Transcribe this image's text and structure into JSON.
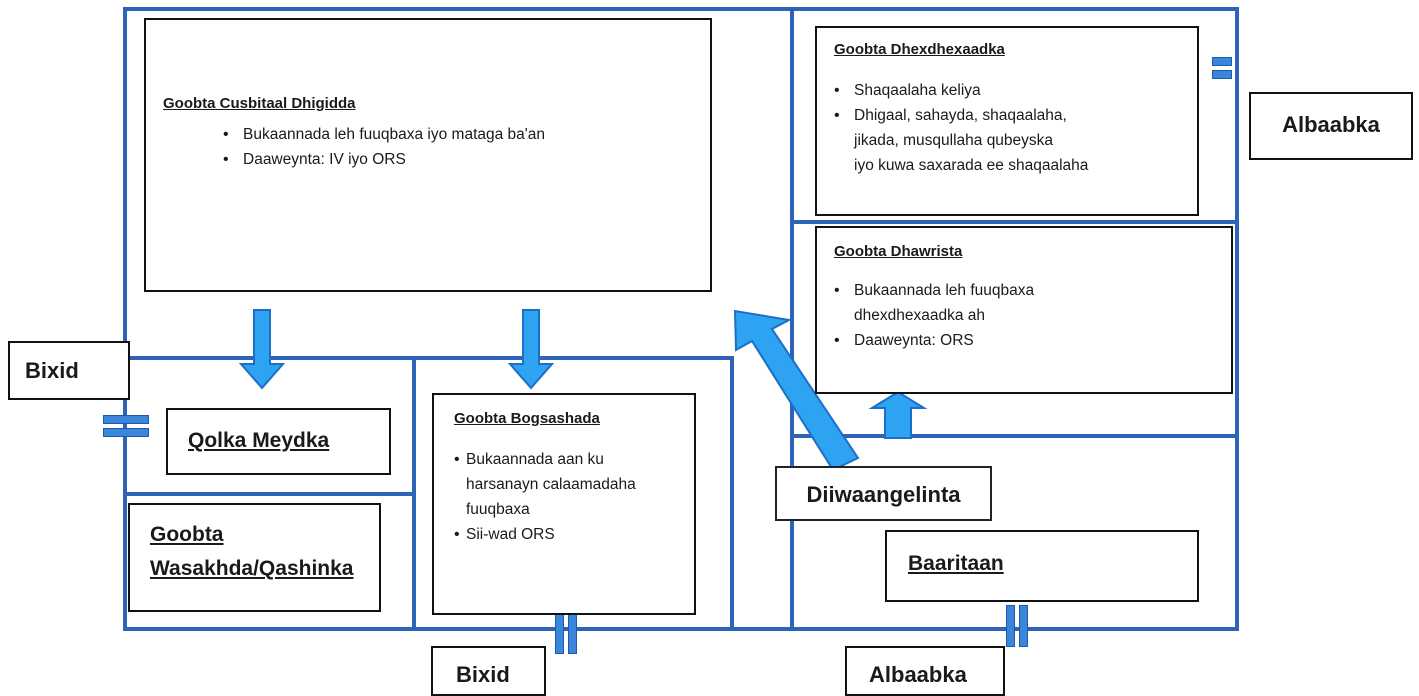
{
  "zones": {
    "cusbitaal": {
      "title": "Goobta Cusbitaal Dhigidda",
      "items": [
        "Bukaannada leh fuuqbaxa iyo mataga ba'an",
        "Daaweynta: IV iyo ORS"
      ]
    },
    "dhexdhexaad": {
      "title": "Goobta Dhexdhexaadka",
      "items": [
        "Shaqaalaha keliya",
        "Dhigaal, sahayda, shaqaalaha,",
        "jikada, musqullaha qubeyska",
        "iyo kuwa saxarada ee shaqaalaha"
      ]
    },
    "dhawrista": {
      "title": "Goobta Dhawrista",
      "items": [
        "Bukaannada leh fuuqbaxa",
        "dhexdhexaadka ah",
        "Daaweynta: ORS"
      ]
    },
    "bogsashada": {
      "title": "Goobta Bogsashada",
      "items": [
        "Bukaannada aan ku",
        "harsanayn calaamadaha",
        "fuuqbaxa",
        "Sii-wad ORS"
      ]
    },
    "qolka_meydka": {
      "title": "Qolka Meydka"
    },
    "wasakhda": {
      "title_line1": "Goobta",
      "title_line2": "Wasakhda/Qashinka"
    },
    "baaritaan": {
      "title": "Baaritaan"
    },
    "diiwaangelinta": {
      "title": "Diiwaangelinta"
    }
  },
  "labels": {
    "albaabka_top": "Albaabka",
    "albaabka_bottom": "Albaabka",
    "bixid_left": "Bixid",
    "bixid_bottom": "Bixid"
  },
  "colors": {
    "wall": "#2f63b8",
    "arrow": "#2ea3f2",
    "door": "#3b86dd",
    "border": "#111111"
  }
}
